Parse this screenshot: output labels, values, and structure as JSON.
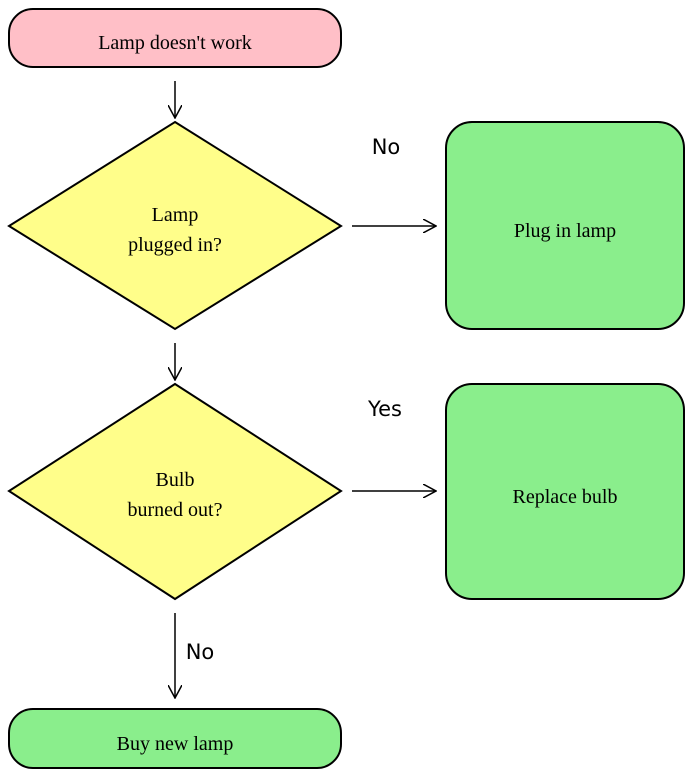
{
  "colors": {
    "start": "#ffbfc7",
    "decision": "#fffe8a",
    "action": "#8aee8c",
    "stroke": "#000000"
  },
  "nodes": {
    "start": {
      "label": "Lamp doesn't work"
    },
    "plugged_in": {
      "line1": "Lamp",
      "line2": "plugged in?"
    },
    "plug_in": {
      "label": "Plug in lamp"
    },
    "bulb": {
      "line1": "Bulb",
      "line2": "burned out?"
    },
    "replace": {
      "label": "Replace bulb"
    },
    "buy_new": {
      "label": "Buy new lamp"
    }
  },
  "edges": {
    "plugged_no": "No",
    "bulb_yes": "Yes",
    "bulb_no": "No"
  }
}
